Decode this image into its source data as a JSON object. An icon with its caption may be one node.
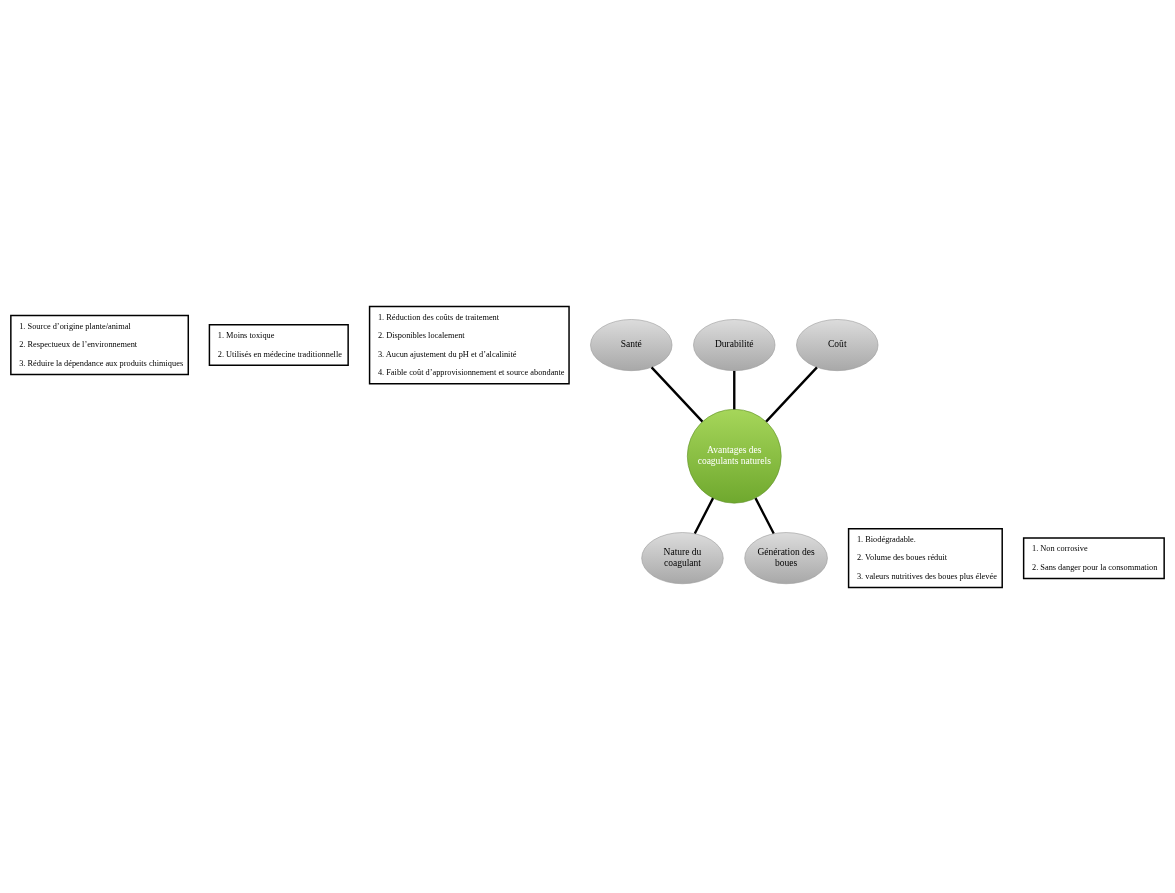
{
  "diagram": {
    "nodes": [
      {
        "text": [
          "1. Source d’origine plante/animal",
          "2. Respectueux de l’environnement",
          "3. Réduire la dépendance aux produits chimiques"
        ]
      },
      {
        "text": [
          "1. Moins toxique",
          "2. Utilisés en médecine traditionnelle"
        ]
      },
      {
        "text": [
          "1. Réduction des coûts de traitement",
          "2. Disponibles localement",
          "3. Aucun ajustement du pH et d’alcalinité",
          "4. Faible coût d’approvisionnement et source abondante"
        ]
      },
      {
        "text": [
          "Santé"
        ]
      },
      {
        "text": [
          "Durabilité"
        ]
      },
      {
        "text": [
          "Coût"
        ]
      },
      {
        "text": [
          "Avantages des coagulants naturels"
        ]
      },
      {
        "text": [
          "1. Biodégradable.",
          "2. Volume des boues réduit",
          "3. valeurs nutritives des boues plus élevée"
        ]
      },
      {
        "text": [
          "1. Non corrosive",
          "2. Sans danger pour la consommation"
        ]
      },
      {
        "text": [
          "Nature du coagulant"
        ]
      },
      {
        "text": [
          "Génération des boues"
        ]
      }
    ],
    "edges": [
      {
        "from": 3,
        "to": 6,
        "arrow": "none"
      },
      {
        "from": 4,
        "to": 6,
        "arrow": "none"
      },
      {
        "from": 5,
        "to": 6,
        "arrow": "none"
      },
      {
        "from": 6,
        "to": 10,
        "arrow": "none"
      },
      {
        "from": 6,
        "to": 9,
        "arrow": "none"
      }
    ]
  }
}
